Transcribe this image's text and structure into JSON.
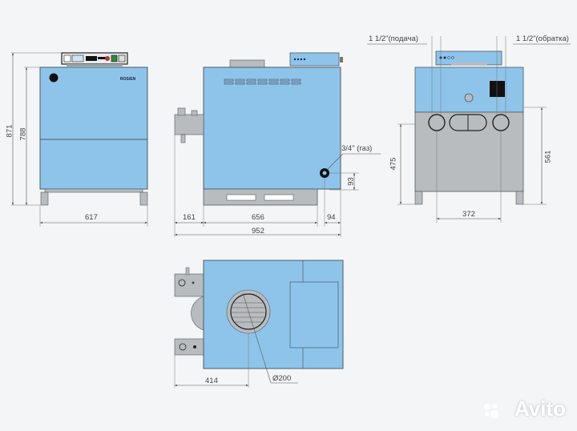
{
  "drawing": {
    "subject": "gas boiler dimensional drawing",
    "colors": {
      "body_blue": "#8ec4ea",
      "body_edge": "#4a5a66",
      "grey_part": "#b9bcbf",
      "dim_line": "#555555",
      "background": "#f4f5f6"
    }
  },
  "front_view": {
    "brand_label": "ROS/EN",
    "dimensions": {
      "total_height": "871",
      "body_height": "788",
      "width": "617"
    }
  },
  "side_view": {
    "gas_label": "3/4\" (газ)",
    "dimensions": {
      "gas_offset": "93",
      "rear_pipes": "161",
      "body_depth": "656",
      "gas_x": "94",
      "total_depth": "952"
    }
  },
  "rear_view": {
    "supply_label": "1 1/2\"(подача)",
    "return_label": "1 1/2\"(обратка)",
    "dimensions": {
      "pipe_height": "475",
      "flue_height": "561",
      "pipe_spacing": "372"
    }
  },
  "top_view": {
    "dimensions": {
      "flue_offset": "414",
      "flue_diameter": "Ø200"
    }
  },
  "watermark": {
    "text": "Avito"
  }
}
